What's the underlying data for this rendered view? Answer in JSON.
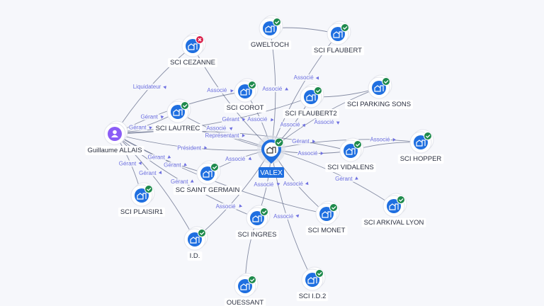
{
  "colors": {
    "company": "#1f6fe0",
    "person": "#8b5cf6",
    "active": "#1e8a4c",
    "closed": "#d9224c",
    "link": "#6d6fe0",
    "center": "#1f6fe0"
  },
  "center": "VALEX",
  "nodes": [
    {
      "id": "allais",
      "label": "Guillaume ALLAIS",
      "type": "person",
      "icon": "person-icon"
    },
    {
      "id": "cezanne",
      "label": "SCI CEZANNE",
      "type": "company",
      "status": "closed",
      "icon": "building-icon"
    },
    {
      "id": "gweltoch",
      "label": "GWELTOCH",
      "type": "company",
      "status": "active",
      "icon": "building-icon"
    },
    {
      "id": "flaubert",
      "label": "SCI FLAUBERT",
      "type": "company",
      "status": "active",
      "icon": "building-icon"
    },
    {
      "id": "corot",
      "label": "SCI COROT",
      "type": "company",
      "status": "active",
      "icon": "building-icon"
    },
    {
      "id": "lautrec",
      "label": "SCI LAUTREC",
      "type": "company",
      "status": "active",
      "icon": "building-icon"
    },
    {
      "id": "flaubert2",
      "label": "SCI FLAUBERT2",
      "type": "company",
      "status": "active",
      "icon": "building-icon"
    },
    {
      "id": "parking",
      "label": "SCI PARKING SONS",
      "type": "company",
      "status": "active",
      "icon": "building-icon"
    },
    {
      "id": "valex",
      "label": "VALEX",
      "type": "center",
      "status": "active",
      "icon": "building-icon"
    },
    {
      "id": "vidalens",
      "label": "SCI VIDALENS",
      "type": "company",
      "status": "active",
      "icon": "building-icon"
    },
    {
      "id": "hopper",
      "label": "SCI HOPPER",
      "type": "company",
      "status": "active",
      "icon": "building-icon"
    },
    {
      "id": "stgermain",
      "label": "SC SAINT GERMAIN",
      "type": "company",
      "status": "active",
      "icon": "building-icon"
    },
    {
      "id": "plaisir1",
      "label": "SCI PLAISIR1",
      "type": "company",
      "status": "active",
      "icon": "building-icon"
    },
    {
      "id": "arkival",
      "label": "SCI ARKIVAL LYON",
      "type": "company",
      "status": "active",
      "icon": "building-icon"
    },
    {
      "id": "monet",
      "label": "SCI MONET",
      "type": "company",
      "status": "active",
      "icon": "building-icon"
    },
    {
      "id": "ingres",
      "label": "SCI INGRES",
      "type": "company",
      "status": "active",
      "icon": "building-icon"
    },
    {
      "id": "id",
      "label": "I.D.",
      "type": "company",
      "status": "active",
      "icon": "building-icon"
    },
    {
      "id": "id2",
      "label": "SCI I.D.2",
      "type": "company",
      "status": "active",
      "icon": "building-icon"
    },
    {
      "id": "ouessant",
      "label": "OUESSANT",
      "type": "company",
      "status": "active",
      "icon": "building-icon"
    }
  ],
  "edges": [
    {
      "from": "allais",
      "to": "cezanne",
      "label": "Liquidateur"
    },
    {
      "from": "allais",
      "to": "lautrec",
      "label": "Gérant"
    },
    {
      "from": "allais",
      "to": "corot",
      "label": "Gérant"
    },
    {
      "from": "allais",
      "to": "valex",
      "label": "Président"
    },
    {
      "from": "allais",
      "to": "valex",
      "label": "Représentant"
    },
    {
      "from": "allais",
      "to": "flaubert2",
      "label": "Gérant"
    },
    {
      "from": "allais",
      "to": "vidalens",
      "label": "Gérant"
    },
    {
      "from": "allais",
      "to": "stgermain",
      "label": "Gérant"
    },
    {
      "from": "allais",
      "to": "plaisir1",
      "label": "Gérant"
    },
    {
      "from": "allais",
      "to": "ingres",
      "label": "Gérant"
    },
    {
      "from": "allais",
      "to": "id",
      "label": "Gérant"
    },
    {
      "from": "allais",
      "to": "monet",
      "label": "Gérant"
    },
    {
      "from": "valex",
      "to": "cezanne",
      "label": "Associé"
    },
    {
      "from": "valex",
      "to": "gweltoch",
      "label": "Associé"
    },
    {
      "from": "valex",
      "to": "flaubert",
      "label": "Associé"
    },
    {
      "from": "valex",
      "to": "corot",
      "label": "Associé"
    },
    {
      "from": "valex",
      "to": "lautrec",
      "label": "Associé"
    },
    {
      "from": "valex",
      "to": "flaubert2",
      "label": "Associé"
    },
    {
      "from": "valex",
      "to": "parking",
      "label": "Associé"
    },
    {
      "from": "valex",
      "to": "vidalens",
      "label": "Associé"
    },
    {
      "from": "valex",
      "to": "hopper",
      "label": "Associé"
    },
    {
      "from": "valex",
      "to": "stgermain",
      "label": "Associé"
    },
    {
      "from": "valex",
      "to": "arkival",
      "label": "Gérant"
    },
    {
      "from": "valex",
      "to": "monet",
      "label": "Associé"
    },
    {
      "from": "valex",
      "to": "ingres",
      "label": "Associé"
    },
    {
      "from": "valex",
      "to": "id2",
      "label": "Associé"
    },
    {
      "from": "valex",
      "to": "id",
      "label": "Associé"
    },
    {
      "from": "ingres",
      "to": "ouessant",
      "label": ""
    },
    {
      "from": "gweltoch",
      "to": "flaubert",
      "label": ""
    },
    {
      "from": "flaubert2",
      "to": "parking",
      "label": ""
    },
    {
      "from": "vidalens",
      "to": "hopper",
      "label": ""
    }
  ]
}
